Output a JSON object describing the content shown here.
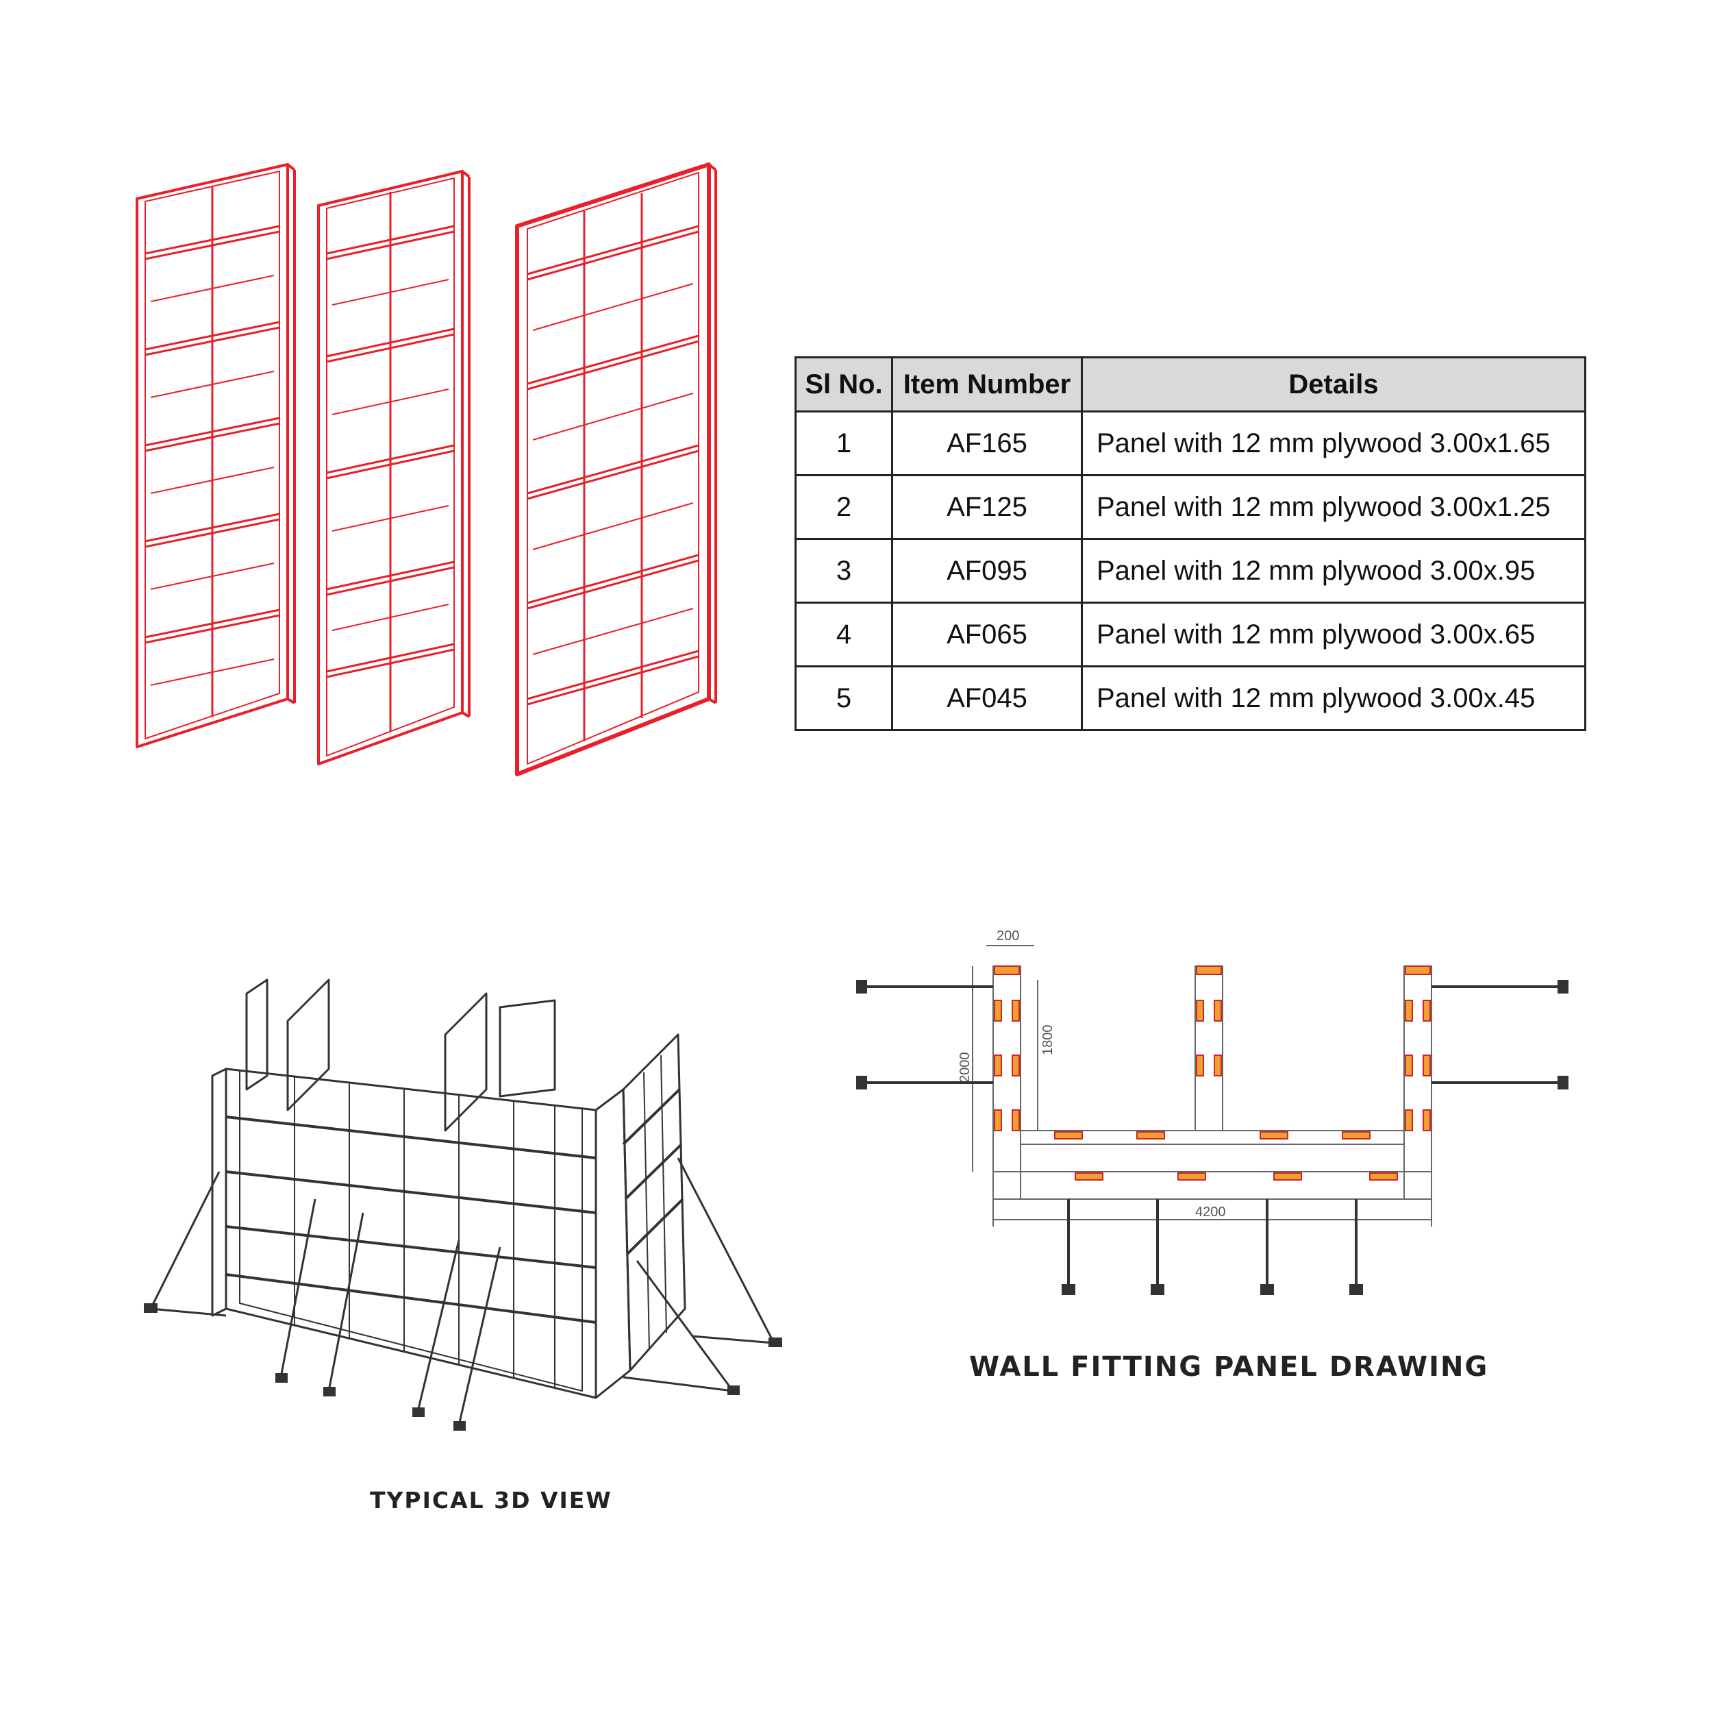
{
  "table": {
    "headers": [
      "Sl No.",
      "Item Number",
      "Details"
    ],
    "rows": [
      {
        "sl": "1",
        "item": "AF165",
        "details": "Panel with 12 mm plywood 3.00x1.65"
      },
      {
        "sl": "2",
        "item": "AF125",
        "details": "Panel with 12 mm plywood 3.00x1.25"
      },
      {
        "sl": "3",
        "item": "AF095",
        "details": "Panel with 12 mm plywood 3.00x.95"
      },
      {
        "sl": "4",
        "item": "AF065",
        "details": "Panel with 12 mm plywood 3.00x.65"
      },
      {
        "sl": "5",
        "item": "AF045",
        "details": "Panel with 12 mm plywood 3.00x.45"
      }
    ]
  },
  "view3d": {
    "caption": "TYPICAL 3D VIEW"
  },
  "plan": {
    "caption": "WALL FITTING PANEL DRAWING",
    "dims": {
      "top": "200",
      "left_outer": "2000",
      "left_inner": "1800",
      "bottom": "4200"
    }
  },
  "colors": {
    "panel_red": "#e8202a",
    "line_dark": "#333333",
    "plan_orange": "#f0a030"
  }
}
